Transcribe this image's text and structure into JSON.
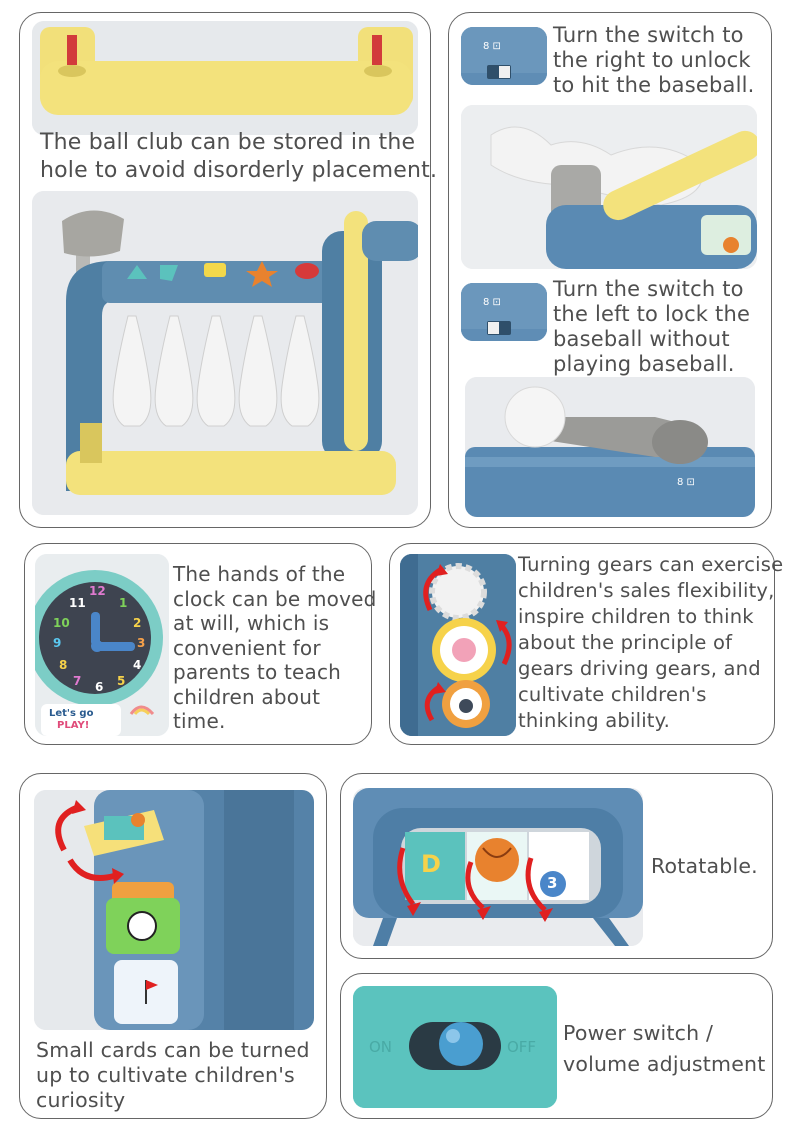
{
  "captions": {
    "storage": [
      "The ball club can be stored in the",
      "hole to avoid disorderly placement."
    ],
    "unlock": [
      "Turn the switch to",
      "the right to unlock",
      "to hit the baseball."
    ],
    "lock": [
      "Turn the switch to",
      "the left to lock the",
      "baseball without",
      "playing baseball."
    ],
    "clock": [
      "The hands of the",
      "clock can be moved",
      "at will, which is",
      "convenient for",
      "parents to teach",
      "children about",
      "time."
    ],
    "gears": [
      "Turning gears can exercise",
      "children's sales flexibility,",
      "inspire children to think",
      "about the principle of",
      "gears driving gears, and",
      "cultivate children's",
      "thinking ability."
    ],
    "rotatable": [
      "Rotatable."
    ],
    "cards": [
      "Small cards can be turned",
      "up to cultivate children's",
      "curiosity"
    ],
    "power": [
      "Power switch /",
      "volume adjustment"
    ]
  },
  "product_labels": {
    "clock_numbers": [
      "12",
      "1",
      "2",
      "3",
      "4",
      "5",
      "6",
      "7",
      "8",
      "9",
      "10",
      "11"
    ],
    "clock_badge": [
      "Let's go",
      "PLAY!"
    ],
    "drum_letter": "D",
    "drum_number": "3",
    "switch_on": "ON",
    "switch_off": "OFF"
  },
  "colors": {
    "toy_blue": "#4f7fa3",
    "toy_yellow": "#f3e27c",
    "toy_teal": "#5bc2bd",
    "arrow_red": "#e02020",
    "border": "#666666"
  }
}
